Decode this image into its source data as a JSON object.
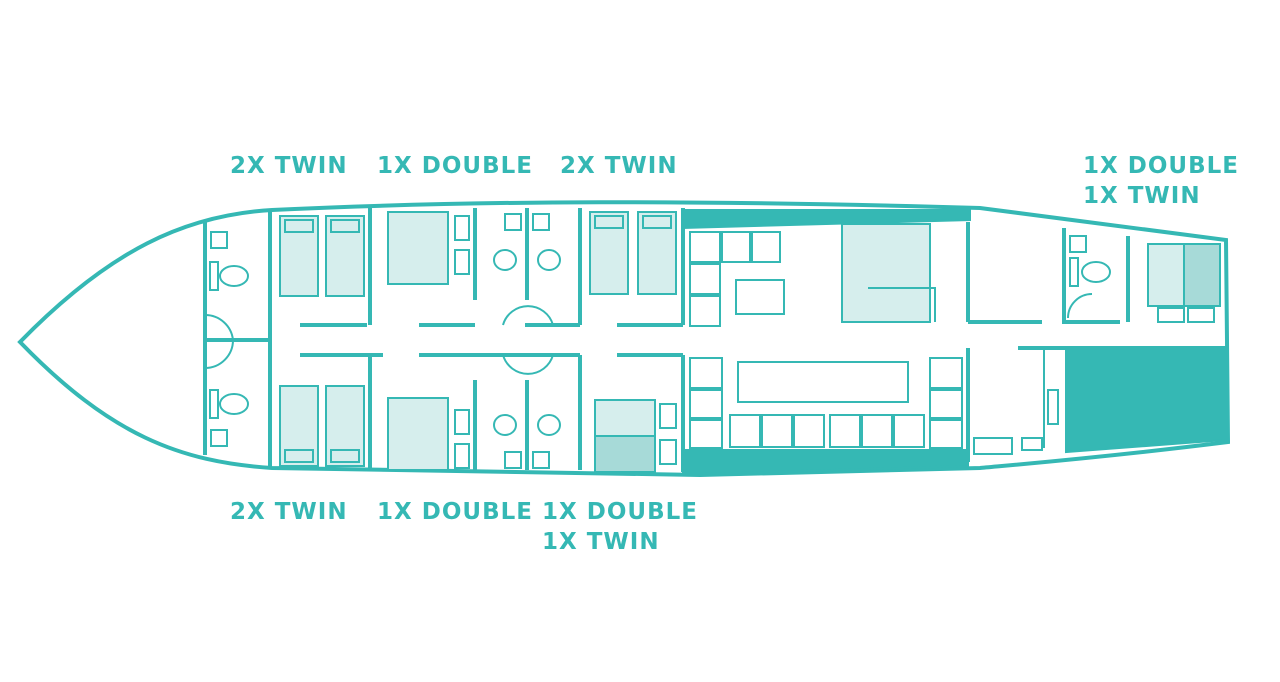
{
  "colors": {
    "accent": "#35b8b4",
    "bed_fill": "#d6eeed",
    "bed_dark": "#a7dad8",
    "floor": "#ffffff"
  },
  "cabins": {
    "top_1": {
      "line1": "2X TWIN"
    },
    "top_2": {
      "line1": "1X DOUBLE"
    },
    "top_3": {
      "line1": "2X TWIN"
    },
    "top_4": {
      "line1": "1X DOUBLE",
      "line2": "1X TWIN"
    },
    "bottom_1": {
      "line1": "2X TWIN"
    },
    "bottom_2": {
      "line1": "1X DOUBLE"
    },
    "bottom_3": {
      "line1": "1X DOUBLE",
      "line2": "1X TWIN"
    }
  }
}
